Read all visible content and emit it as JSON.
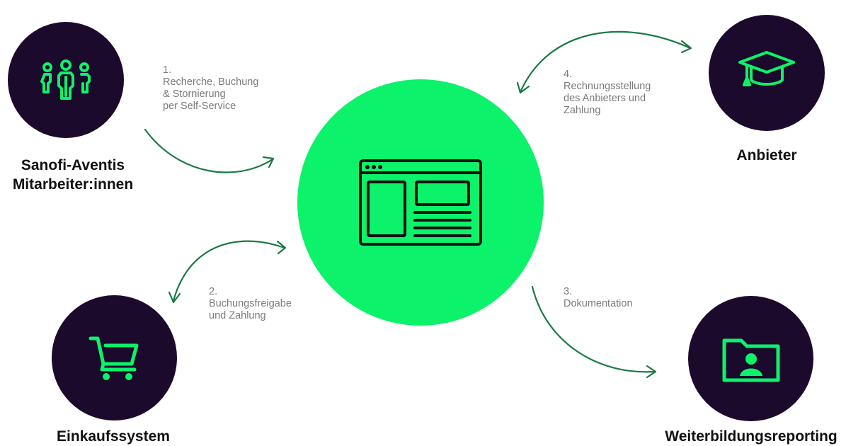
{
  "colors": {
    "accent": "#0cf26a",
    "node": "#1b0a2b",
    "arrow": "#1a7a44",
    "step_text": "#7a7a7a"
  },
  "nodes": {
    "employees": {
      "label_line1": "Sanofi-Aventis",
      "label_line2": "Mitarbeiter:innen",
      "icon": "people-icon"
    },
    "provider": {
      "label": "Anbieter",
      "icon": "graduation-cap-icon"
    },
    "purchasing": {
      "label": "Einkaufssystem",
      "icon": "shopping-cart-icon"
    },
    "reporting": {
      "label": "Weiterbildungsreporting",
      "icon": "folder-user-icon"
    },
    "platform": {
      "icon": "browser-window-icon"
    }
  },
  "steps": {
    "step1": {
      "number": "1.",
      "line1": "Recherche, Buchung",
      "line2": "& Stornierung",
      "line3": "per Self-Service"
    },
    "step2": {
      "number": "2.",
      "line1": "Buchungsfreigabe",
      "line2": "und Zahlung"
    },
    "step3": {
      "number": "3.",
      "line1": "Dokumentation"
    },
    "step4": {
      "number": "4.",
      "line1": "Rechnungsstellung",
      "line2": "des Anbieters und",
      "line3": "Zahlung"
    }
  }
}
